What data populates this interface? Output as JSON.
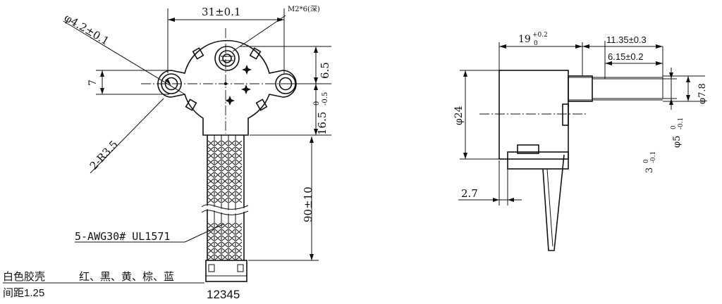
{
  "front_view": {
    "dim_width": "31±0.1",
    "dim_hole_note": "M2*6(深)",
    "dim_boss_dia": "φ4.2±0.1",
    "dim_offset_7": "7",
    "dim_radius": "2-R3.5",
    "dim_height_6_5": "6.5",
    "dim_height_16_5": "16.5",
    "dim_height_16_5_upper_tol": "0",
    "dim_height_16_5_lower_tol": "-0.5",
    "dim_lead_length": "90±10",
    "wire_spec": "5-AWG30# UL1571",
    "connector_label": "白色胶壳",
    "connector_pitch": "间距1.25",
    "wire_colors": "红、黑、黄、棕、蓝",
    "pin_numbers": "12345"
  },
  "side_view": {
    "dim_body_length": "19",
    "dim_body_length_upper_tol": "+0.2",
    "dim_body_length_lower_tol": "0",
    "dim_shaft_length": "11.35±0.3",
    "dim_flat_length": "6.15±0.2",
    "dim_body_dia": "φ24",
    "dim_shaft_dia": "φ7.8",
    "dim_shaft_tip_dia": "φ5",
    "dim_shaft_tip_dia_upper_tol": "0",
    "dim_shaft_tip_dia_lower_tol": "-0.1",
    "dim_flat_width": "3",
    "dim_flat_width_upper_tol": "0",
    "dim_flat_width_lower_tol": "-0.1",
    "dim_flange_thickness": "2.7"
  }
}
